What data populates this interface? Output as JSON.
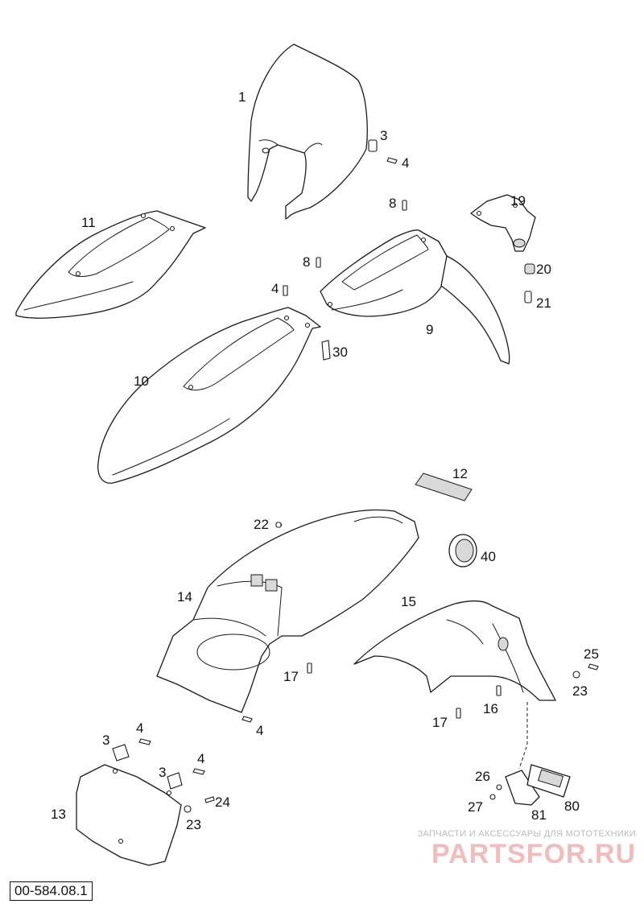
{
  "diagram": {
    "callouts": [
      {
        "id": "c1",
        "text": "1"
      },
      {
        "id": "c3a",
        "text": "3"
      },
      {
        "id": "c4a",
        "text": "4"
      },
      {
        "id": "c8a",
        "text": "8"
      },
      {
        "id": "c19",
        "text": "19"
      },
      {
        "id": "c11",
        "text": "11"
      },
      {
        "id": "c8b",
        "text": "8"
      },
      {
        "id": "c20",
        "text": "20"
      },
      {
        "id": "c4b",
        "text": "4"
      },
      {
        "id": "c21",
        "text": "21"
      },
      {
        "id": "c9",
        "text": "9"
      },
      {
        "id": "c30",
        "text": "30"
      },
      {
        "id": "c10",
        "text": "10"
      },
      {
        "id": "c12",
        "text": "12"
      },
      {
        "id": "c22",
        "text": "22"
      },
      {
        "id": "c40",
        "text": "40"
      },
      {
        "id": "c14",
        "text": "14"
      },
      {
        "id": "c15",
        "text": "15"
      },
      {
        "id": "c25",
        "text": "25"
      },
      {
        "id": "c17a",
        "text": "17"
      },
      {
        "id": "c23a",
        "text": "23"
      },
      {
        "id": "c16",
        "text": "16"
      },
      {
        "id": "c17b",
        "text": "17"
      },
      {
        "id": "c4c",
        "text": "4"
      },
      {
        "id": "c4d",
        "text": "4"
      },
      {
        "id": "c3b",
        "text": "3"
      },
      {
        "id": "c3c",
        "text": "3"
      },
      {
        "id": "c4e",
        "text": "4"
      },
      {
        "id": "c26",
        "text": "26"
      },
      {
        "id": "c24",
        "text": "24"
      },
      {
        "id": "c80",
        "text": "80"
      },
      {
        "id": "c13",
        "text": "13"
      },
      {
        "id": "c23b",
        "text": "23"
      },
      {
        "id": "c27",
        "text": "27"
      },
      {
        "id": "c81",
        "text": "81"
      }
    ],
    "code": "00-584.08.1"
  },
  "watermark": {
    "tagline": "ЗАПЧАСТИ И АКСЕССУАРЫ ДЛЯ МОТОТЕХНИКИ",
    "logo": "PARTSFOR.RU"
  }
}
